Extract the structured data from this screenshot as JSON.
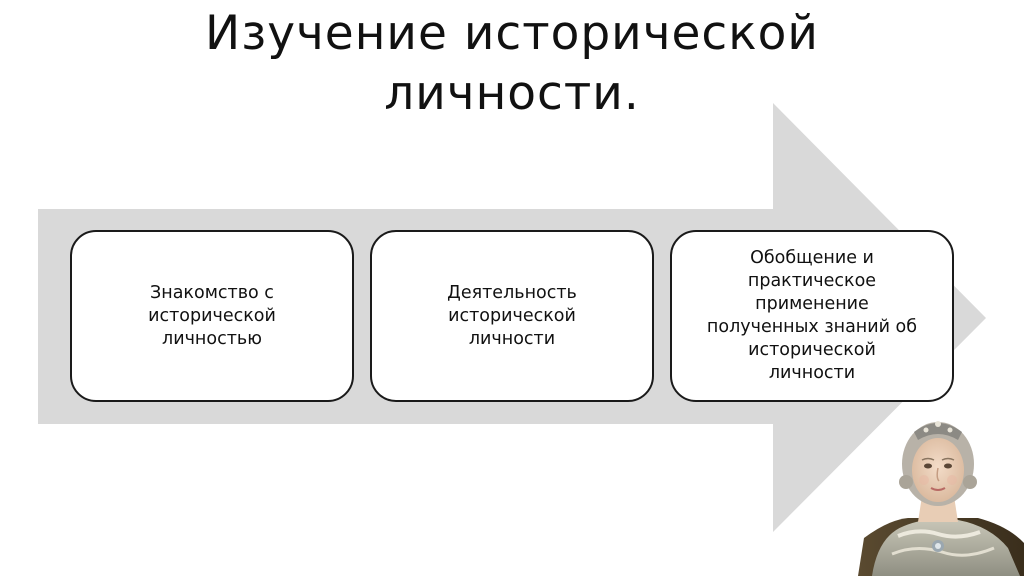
{
  "slide": {
    "title": "Изучение исторической\nличности."
  },
  "process": {
    "steps": [
      {
        "label": "Знакомство с\nисторической\nличностью"
      },
      {
        "label": "Деятельность\nисторической\nличности"
      },
      {
        "label": "Обобщение и\nпрактическое\nприменение\nполученных знаний об\nисторической\nличности"
      }
    ]
  },
  "colors": {
    "arrow": "#d9d9d9",
    "box_border": "#1a1a1a",
    "text": "#111111"
  }
}
